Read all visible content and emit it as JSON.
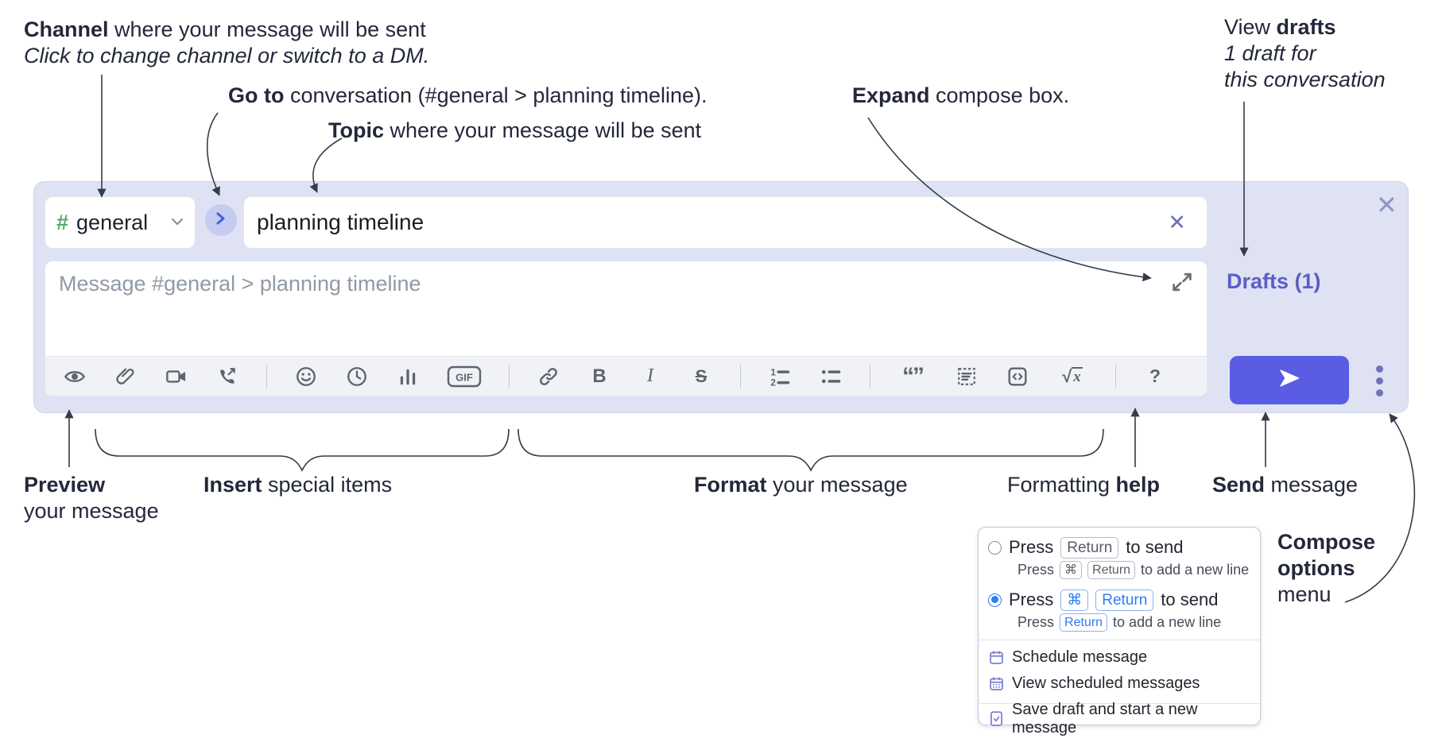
{
  "annotations": {
    "channel": {
      "bold": "Channel",
      "rest": " where your message will be sent",
      "line2": "Click to change channel or switch to a DM."
    },
    "goto": {
      "bold": "Go to",
      "rest": " conversation (#general > planning timeline)."
    },
    "topic": {
      "bold": "Topic",
      "rest": " where your message will be sent"
    },
    "expand": {
      "bold": "Expand",
      "rest": " compose box."
    },
    "view_drafts": {
      "pre": "View ",
      "bold": "drafts",
      "line2": "1 draft for",
      "line3": "this conversation"
    },
    "preview": {
      "bold": "Preview",
      "line2": "your message"
    },
    "insert": {
      "bold": "Insert",
      "rest": " special items"
    },
    "format": {
      "bold": "Format",
      "rest": " your message"
    },
    "formatting_help": {
      "pre": "Formatting ",
      "bold": "help"
    },
    "send": {
      "bold": "Send",
      "rest": " message"
    },
    "compose_options": {
      "line1": "Compose",
      "line2": "options",
      "line3": "menu"
    }
  },
  "composer": {
    "channel": {
      "hash": "#",
      "name": "general"
    },
    "topic_value": "planning timeline",
    "clear_x": "✕",
    "close_x": "✕",
    "message_placeholder": "Message #general > planning timeline",
    "drafts_link": "Drafts (1)",
    "toolbar_icons": [
      "preview-eye",
      "attach-paperclip",
      "video-camera",
      "audio-call-phone",
      "emoji-smiley",
      "recent-clock",
      "poll-bar-chart",
      "gif",
      "link",
      "bold",
      "italic",
      "strikethrough",
      "ordered-list",
      "bullet-list",
      "blockquote",
      "code-block",
      "inline-code",
      "formula",
      "formatting-help"
    ],
    "gif_label": "GIF",
    "bold_label": "B",
    "italic_label": "I",
    "strike_label": "S",
    "formula_sqrt": "√",
    "formula_x": "x",
    "help_label": "?"
  },
  "popup": {
    "option1": {
      "press": "Press",
      "key_return": "Return",
      "to_send": "to send",
      "sub_press": "Press",
      "sub_cmd": "⌘",
      "sub_return": "Return",
      "sub_suffix": "to add a new line"
    },
    "option2": {
      "press": "Press",
      "key_cmd": "⌘",
      "key_return": "Return",
      "to_send": "to send",
      "sub_press": "Press",
      "sub_return": "Return",
      "sub_suffix": "to add a new line"
    },
    "items": [
      "Schedule message",
      "View scheduled messages",
      "Save draft and start a new message"
    ]
  },
  "colors": {
    "accent_send": "#5a5ce4",
    "accent_blue": "#2e7cf6",
    "lavender_container": "#dfe2f3",
    "drafts_link": "#5a5ec6",
    "channel_hash_green": "#55ab72",
    "menu_icon_purple": "#7b7ed2"
  }
}
